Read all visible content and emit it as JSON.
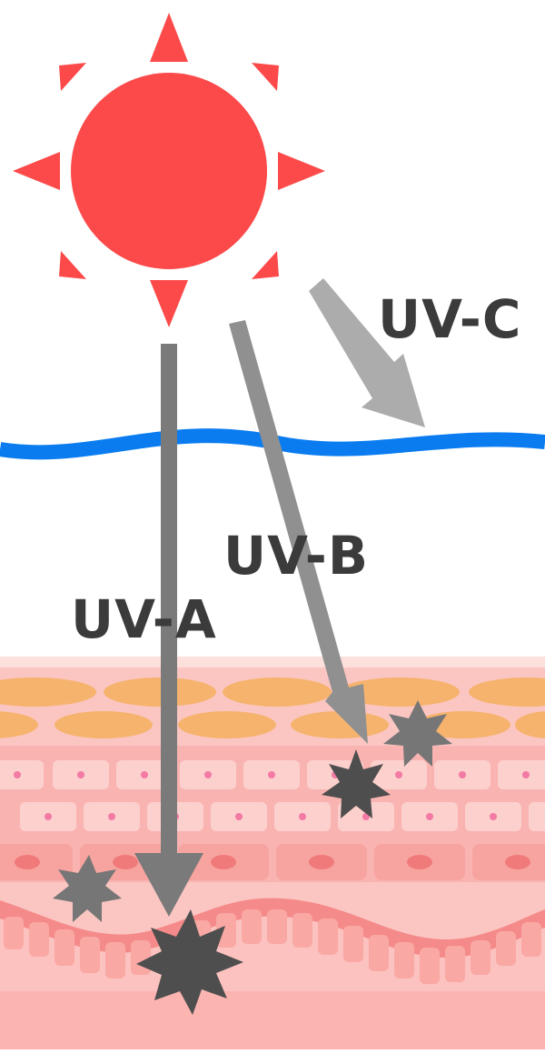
{
  "labels": {
    "uva": "UV-A",
    "uvb": "UV-B",
    "uvc": "UV-C"
  },
  "colors": {
    "sun": "#fc4a4a",
    "water_line": "#0a7cf0",
    "arrow_uva": "#7a7a7a",
    "arrow_uvb": "#909090",
    "arrow_uvc": "#acacac",
    "skin_base": "#f7a8a8",
    "skin_light": "#fcd0cd",
    "fat_cells": "#f6b36e",
    "cell_dot": "#f27aa4",
    "damage_dark": "#4e4e4e",
    "damage_mid": "#767676"
  }
}
